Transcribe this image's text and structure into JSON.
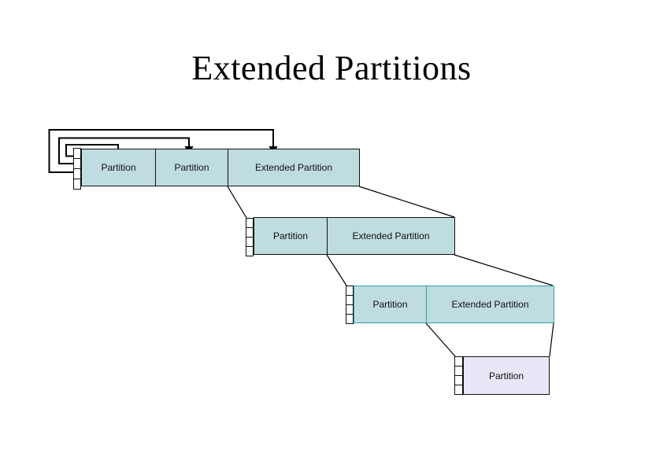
{
  "slide": {
    "title": "Extended Partitions"
  },
  "colors": {
    "partition_fill": "#bfdce0",
    "chain_end_fill": "#e7e7f7",
    "teal_border": "#2fa0a5",
    "line_color": "#000000"
  },
  "rows": [
    {
      "name": "mbr-disk-row",
      "table_entries": 4,
      "segments": [
        {
          "label": "Partition"
        },
        {
          "label": "Partition"
        },
        {
          "label": "Extended Partition"
        }
      ]
    },
    {
      "name": "extended-level-1-row",
      "table_entries": 4,
      "segments": [
        {
          "label": "Partition"
        },
        {
          "label": "Extended Partition"
        }
      ]
    },
    {
      "name": "extended-level-2-row",
      "table_entries": 4,
      "segments": [
        {
          "label": "Partition"
        },
        {
          "label": "Extended Partition"
        }
      ]
    },
    {
      "name": "extended-level-3-row",
      "table_entries": 4,
      "segments": [
        {
          "label": "Partition"
        }
      ]
    }
  ]
}
